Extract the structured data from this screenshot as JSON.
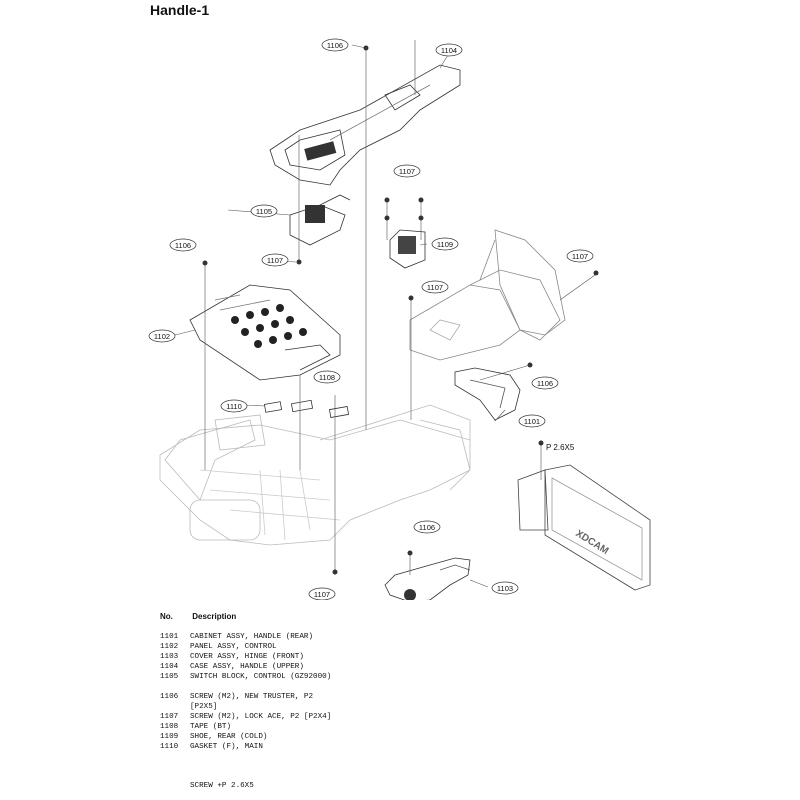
{
  "title": "Handle-1",
  "callouts": [
    "1106",
    "1104",
    "1107",
    "1105",
    "1109",
    "1106",
    "1107",
    "1107",
    "1102",
    "1107",
    "1106",
    "1108",
    "1110",
    "1101",
    "1106",
    "1103",
    "1107"
  ],
  "screw_label": "P 2.6X5",
  "brand_text": "XDCAM",
  "table": {
    "header_no": "No.",
    "header_desc": "Description",
    "rows": [
      {
        "no": "1101",
        "desc": "CABINET ASSY, HANDLE (REAR)"
      },
      {
        "no": "1102",
        "desc": "PANEL ASSY, CONTROL"
      },
      {
        "no": "1103",
        "desc": "COVER ASSY, HINGE (FRONT)"
      },
      {
        "no": "1104",
        "desc": "CASE ASSY, HANDLE (UPPER)"
      },
      {
        "no": "1105",
        "desc": "SWITCH BLOCK, CONTROL (GZ92000)"
      },
      {
        "no": "1106",
        "desc": "SCREW (M2), NEW TRUSTER, P2"
      },
      {
        "no": "",
        "desc": "[P2X5]"
      },
      {
        "no": "1107",
        "desc": "SCREW (M2), LOCK ACE, P2 [P2X4]"
      },
      {
        "no": "1108",
        "desc": "TAPE (BT)"
      },
      {
        "no": "1109",
        "desc": "SHOE, REAR (COLD)"
      },
      {
        "no": "1110",
        "desc": "GASKET (F), MAIN"
      }
    ]
  },
  "footer": "SCREW +P 2.6X5"
}
